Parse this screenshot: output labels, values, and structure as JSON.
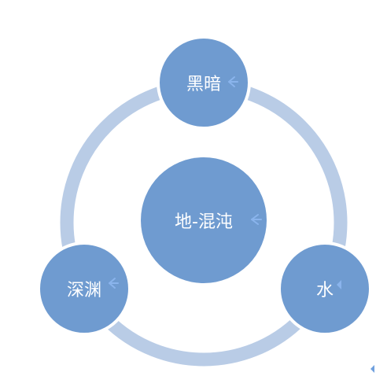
{
  "diagram": {
    "nodes": {
      "center": {
        "label": "地-混沌"
      },
      "top": {
        "label": "黑暗"
      },
      "left": {
        "label": "深渊"
      },
      "right": {
        "label": "水"
      }
    },
    "colors": {
      "node_fill": "#6f9bd0",
      "ring": "#b9cce6",
      "node_border": "#ffffff",
      "label": "#ffffff",
      "arrow_mark": "#6fa0de"
    },
    "icons": {
      "cursor_mark": "left-arrow-icon"
    }
  }
}
